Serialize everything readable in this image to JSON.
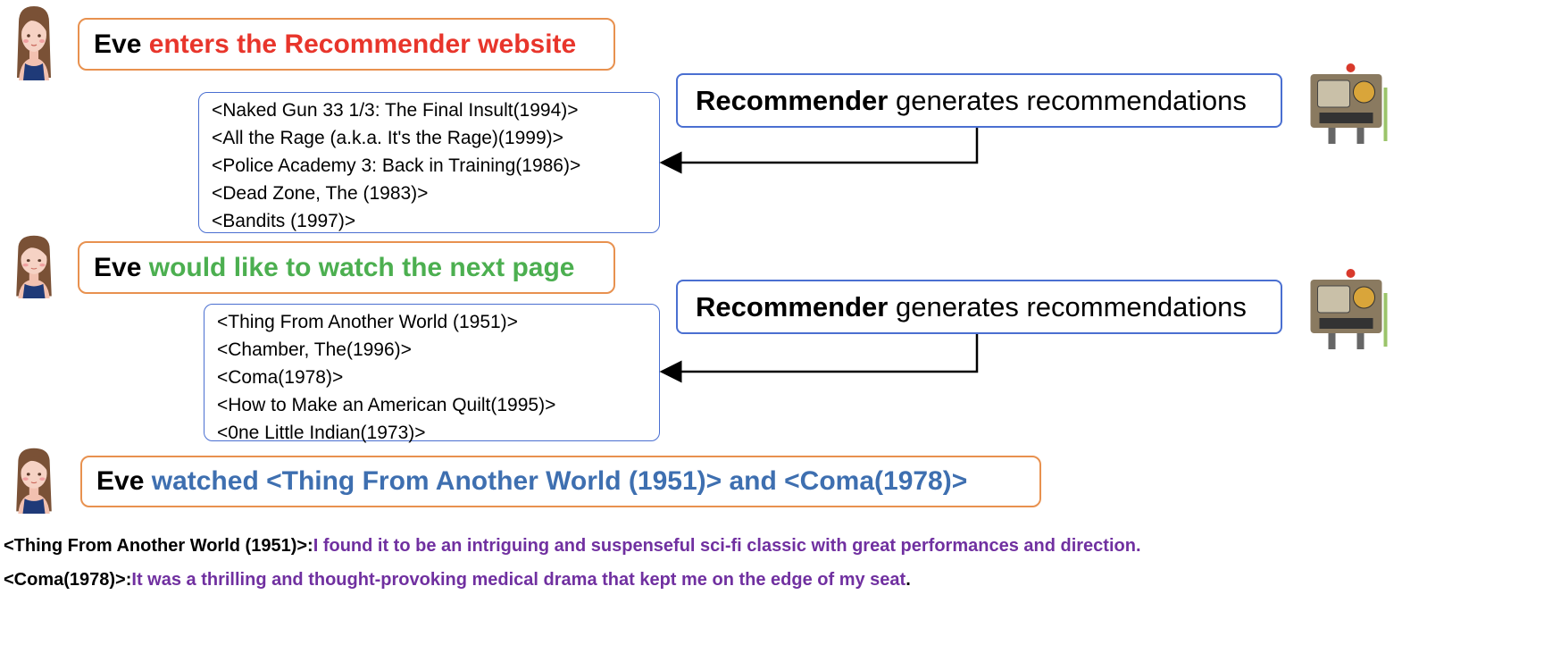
{
  "steps": [
    {
      "actor": "Eve",
      "action": "enters the Recommender website",
      "color": "#e8352b"
    },
    {
      "actor": "Eve",
      "action": "would like to watch the next page",
      "color": "#4caf50"
    },
    {
      "actor": "Eve",
      "action": "watched <Thing From Another World (1951)> and <Coma(1978)>",
      "color": "#3e6fb0"
    }
  ],
  "recommender": [
    {
      "name": "Recommender",
      "text": " generates recommendations",
      "items": [
        "<Naked Gun 33 1/3: The Final Insult(1994)>",
        "<All the Rage (a.k.a. It's the Rage)(1999)>",
        "<Police Academy 3: Back in Training(1986)>",
        "<Dead Zone, The (1983)>",
        "<Bandits (1997)>"
      ]
    },
    {
      "name": "Recommender",
      "text": " generates recommendations",
      "items": [
        "<Thing From Another World (1951)>",
        "<Chamber, The(1996)>",
        "<Coma(1978)>",
        "<How to Make an American Quilt(1995)>",
        "<0ne Little Indian(1973)>"
      ]
    }
  ],
  "reviews": [
    {
      "movie": "<Thing From Another World (1951)>:",
      "text": "I found it to be an intriguing and suspenseful sci-fi classic with great performances and direction."
    },
    {
      "movie": "<Coma(1978)>:",
      "text": "It was a thrilling and thought-provoking medical drama that kept me on the edge of my seat",
      "end": "."
    }
  ],
  "colors": {
    "review": "#7030a0",
    "orange": "#e8914f",
    "blue": "#4a6fd1"
  }
}
